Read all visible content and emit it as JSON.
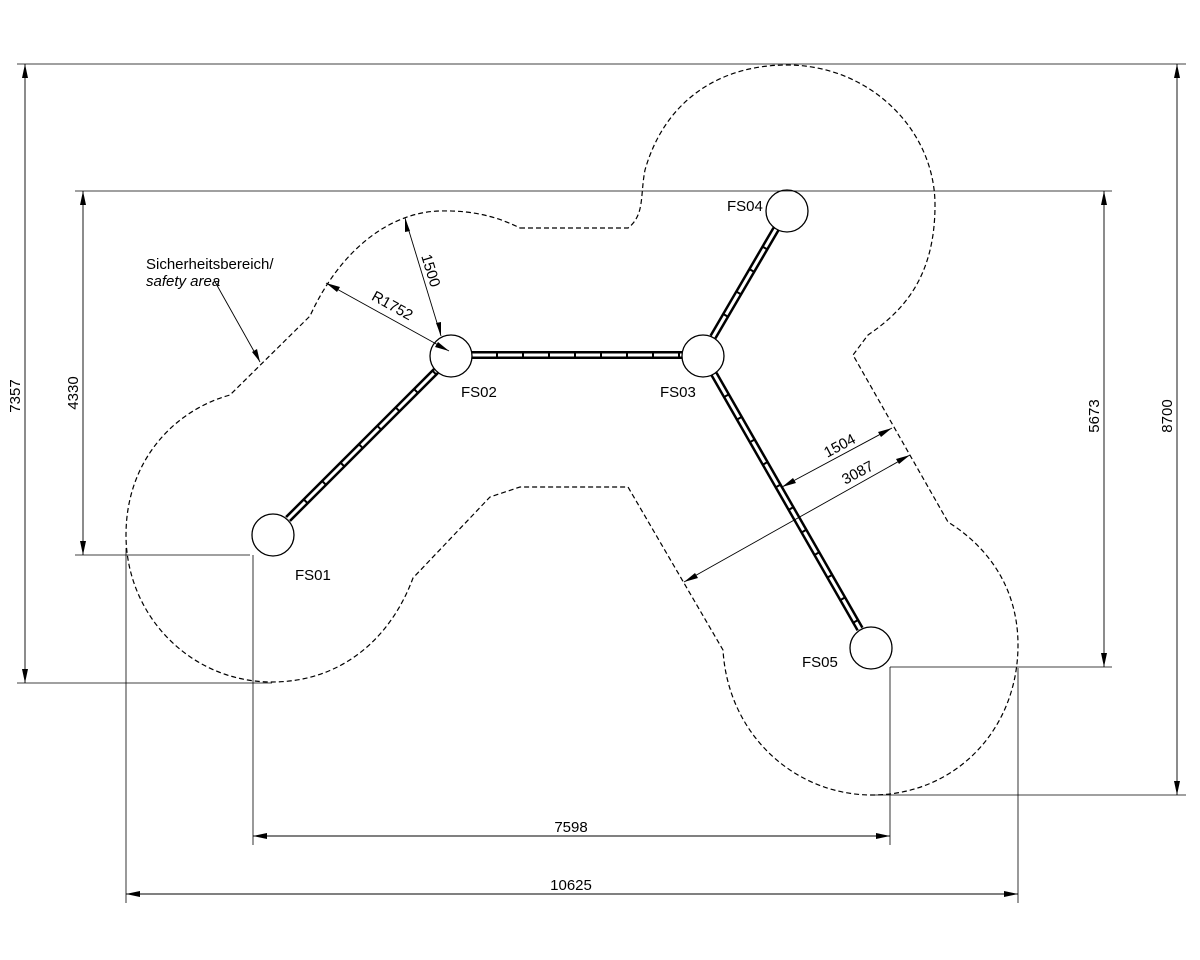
{
  "posts": [
    "FS01",
    "FS02",
    "FS03",
    "FS04",
    "FS05"
  ],
  "safety_label_line1": "Sicherheitsbereich/",
  "safety_label_line2": "safety area",
  "dimensions": {
    "height_total": "8700",
    "height_left": "7357",
    "height_inner_left": "4330",
    "height_inner_right": "5673",
    "width_posts": "7598",
    "width_total": "10625",
    "radius": "R1752",
    "offset_top": "1500",
    "offset_beam": "1504",
    "offset_area": "3087"
  }
}
